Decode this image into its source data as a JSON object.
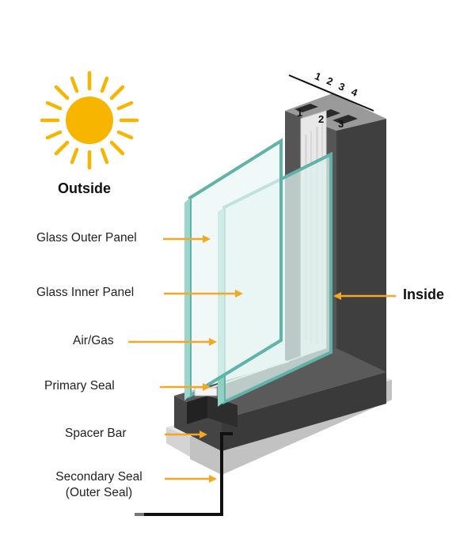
{
  "labels": {
    "outside": "Outside",
    "inside": "Inside",
    "glass_outer_panel": "Glass Outer Panel",
    "glass_inner_panel": "Glass Inner Panel",
    "air_gas": "Air/Gas",
    "primary_seal": "Primary Seal",
    "spacer_bar": "Spacer Bar",
    "secondary_seal_line1": "Secondary Seal",
    "secondary_seal_line2": "(Outer Seal)"
  },
  "surface_numbers": {
    "top_row": [
      "1",
      "2",
      "3",
      "4"
    ],
    "frame_row": [
      "1",
      "2",
      "3"
    ]
  },
  "colors": {
    "arrow": "#f5a623",
    "sun": "#f7b500",
    "frame": "#4a4a4a",
    "glass_edge": "#5fb3a8",
    "glass_fill": "#dff2ee",
    "base": "#d4d4d4"
  },
  "icons": {
    "sun": "sun-icon"
  }
}
